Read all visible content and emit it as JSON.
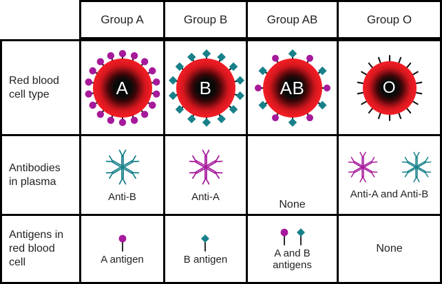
{
  "table": {
    "corner_label": "",
    "columns": [
      {
        "header": "Group A"
      },
      {
        "header": "Group B"
      },
      {
        "header": "Group AB"
      },
      {
        "header": "Group O"
      }
    ],
    "rows": [
      {
        "label": "Red blood cell type",
        "label_lines": [
          "Red blood",
          "cell type"
        ],
        "cells": [
          {
            "letter": "A",
            "antigen_kind": "ball-magenta"
          },
          {
            "letter": "B",
            "antigen_kind": "diamond-teal"
          },
          {
            "letter": "AB",
            "antigen_kind": "ball-and-diamond"
          },
          {
            "letter": "O",
            "antigen_kind": "bare-spike"
          }
        ]
      },
      {
        "label": "Antibodies in plasma",
        "label_lines": [
          "Antibodies",
          "in plasma"
        ],
        "cells": [
          {
            "caption": "Anti-B",
            "clusters": [
              "teal"
            ]
          },
          {
            "caption": "Anti-A",
            "clusters": [
              "magenta"
            ]
          },
          {
            "caption": "None",
            "clusters": []
          },
          {
            "caption": "Anti-A and Anti-B",
            "clusters": [
              "magenta",
              "teal"
            ]
          }
        ]
      },
      {
        "label": "Antigens in red blood cell",
        "label_lines": [
          "Antigens in",
          "red blood",
          "cell"
        ],
        "cells": [
          {
            "caption_lines": [
              "A antigen"
            ],
            "pins": [
              "ball"
            ]
          },
          {
            "caption_lines": [
              "B antigen"
            ],
            "pins": [
              "diamond"
            ]
          },
          {
            "caption_lines": [
              "A and B",
              "antigens"
            ],
            "pins": [
              "ball",
              "diamond"
            ]
          },
          {
            "caption_lines": [
              "None"
            ],
            "pins": []
          }
        ]
      }
    ]
  },
  "colors": {
    "magenta": "#A6199B",
    "teal": "#17808A",
    "cell_red": "#EE1C24",
    "cell_core": "#060606",
    "border": "#000000",
    "text": "#231F20",
    "background": "#FFFFFF"
  },
  "icons": {
    "red_blood_cell": "red-blood-cell-icon",
    "antigen_ball": "antigen-ball-icon",
    "antigen_diamond": "antigen-diamond-icon",
    "antibody_y": "antibody-y-icon",
    "spike": "spike-icon"
  }
}
